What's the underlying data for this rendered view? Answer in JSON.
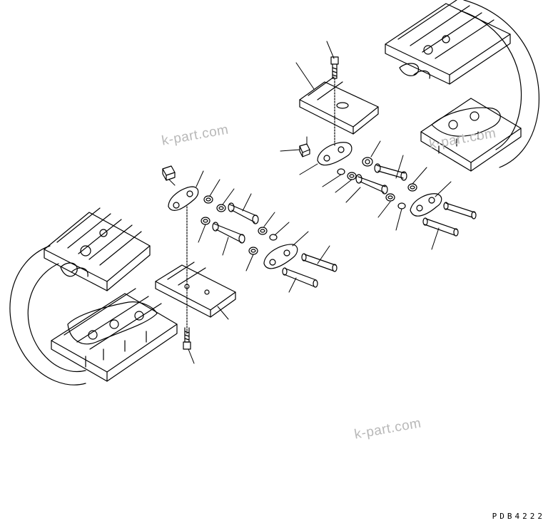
{
  "drawing": {
    "code": "PDB4222",
    "watermarks": [
      "k-part.com",
      "k-part.com",
      "k-part.com"
    ]
  }
}
